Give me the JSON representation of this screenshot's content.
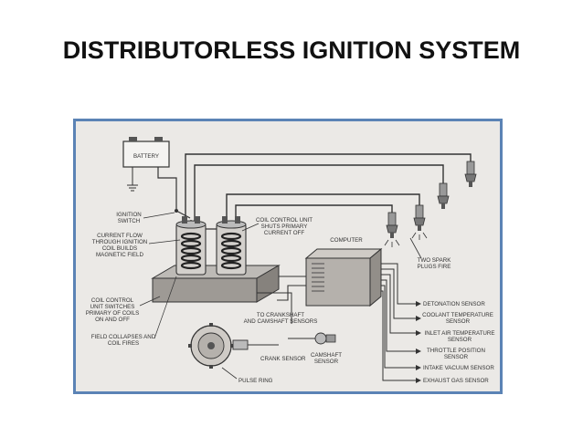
{
  "slide": {
    "title": "DISTRIBUTORLESS IGNITION SYSTEM"
  },
  "colors": {
    "frame_border": "#5b83b5",
    "diagram_bg": "#e9e7e4",
    "ink": "#333333"
  },
  "diagram": {
    "battery": "BATTERY",
    "ignition_switch": [
      "IGNITION",
      "SWITCH"
    ],
    "current_flow": [
      "CURRENT FLOW",
      "THROUGH IGNITION",
      "COIL BUILDS",
      "MAGNETIC FIELD"
    ],
    "coil_control_shuts": [
      "COIL CONTROL UNIT",
      "SHUTS PRIMARY",
      "CURRENT OFF"
    ],
    "computer": "COMPUTER",
    "two_spark": [
      "TWO SPARK",
      "PLUGS FIRE"
    ],
    "coil_control_switches": [
      "COIL CONTROL",
      "UNIT SWITCHES",
      "PRIMARY OF COILS",
      "ON AND OFF"
    ],
    "field_collapses": [
      "FIELD COLLAPSES AND",
      "COIL FIRES"
    ],
    "to_sensors": [
      "TO CRANKSHAFT",
      "AND CAMSHAFT SENSORS"
    ],
    "crank_sensor": "CRANK SENSOR",
    "camshaft_sensor": [
      "CAMSHAFT",
      "SENSOR"
    ],
    "pulse_ring": "PULSE RING",
    "sensors": {
      "detonation": [
        "DETONATION SENSOR"
      ],
      "coolant": [
        "COOLANT TEMPERATURE",
        "SENSOR"
      ],
      "inlet_air": [
        "INLET AIR TEMPERATURE",
        "SENSOR"
      ],
      "throttle": [
        "THROTTLE POSITION",
        "SENSOR"
      ],
      "intake_vacuum": [
        "INTAKE VACUUM SENSOR"
      ],
      "exhaust_gas": [
        "EXHAUST GAS SENSOR"
      ]
    }
  }
}
